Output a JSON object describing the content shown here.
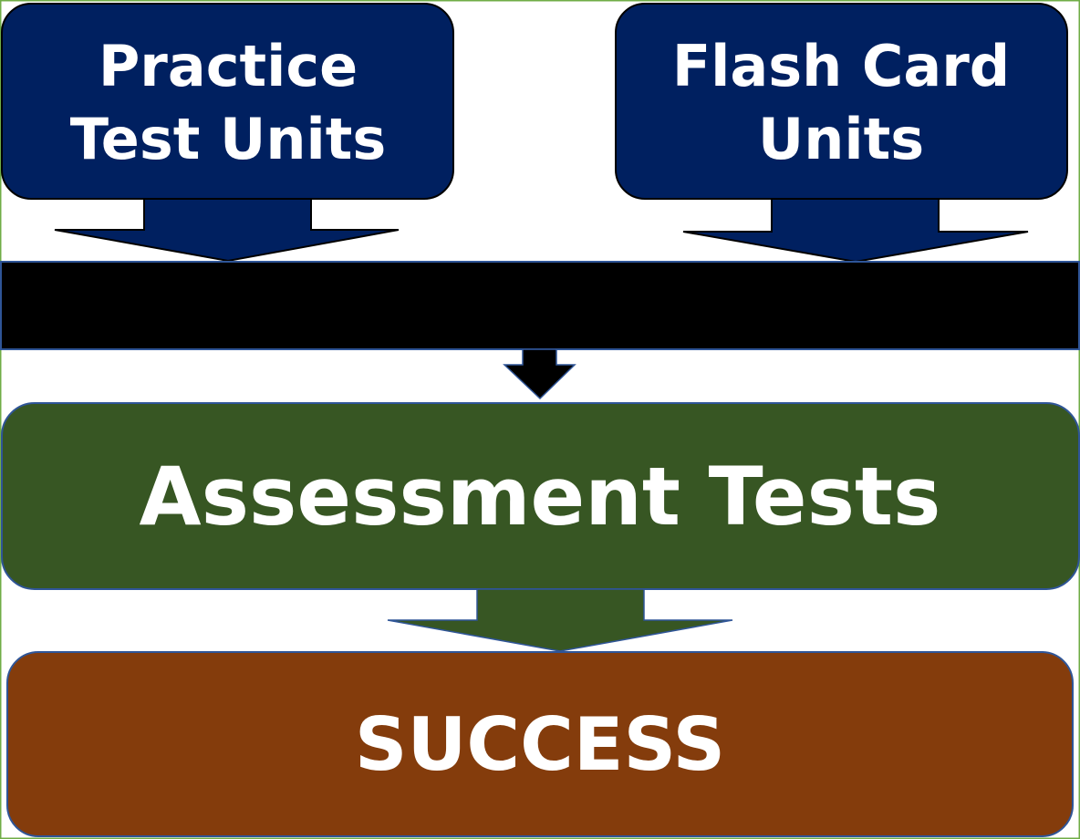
{
  "colors": {
    "navy": "#002060",
    "green": "#375623",
    "brown": "#843C0C",
    "bar": "#000000",
    "frame": "#70AD47"
  },
  "nodes": {
    "practice": {
      "lines": [
        "Practice",
        "Test Units"
      ]
    },
    "flash": {
      "lines": [
        "Flash Card",
        "Units"
      ]
    },
    "assessment": {
      "label": "Assessment Tests"
    },
    "success": {
      "label": "SUCCESS"
    }
  }
}
